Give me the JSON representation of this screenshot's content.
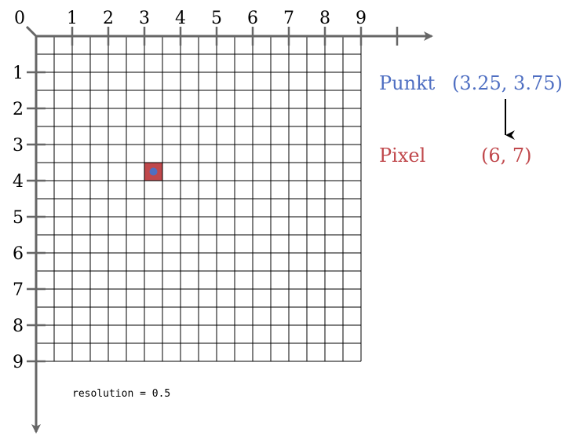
{
  "axes": {
    "origin_label": "0",
    "x_tick_labels": [
      "1",
      "2",
      "3",
      "4",
      "5",
      "6",
      "7",
      "8",
      "9"
    ],
    "y_tick_labels": [
      "1",
      "2",
      "3",
      "4",
      "5",
      "6",
      "7",
      "8",
      "9"
    ],
    "axis_color": "#666666"
  },
  "grid": {
    "resolution": 0.5,
    "extent": 9,
    "line_color": "#000000"
  },
  "point": {
    "label": "Punkt",
    "coords_text": "(3.25, 3.75)",
    "x": 3.25,
    "y": 3.75,
    "color": "#4f6fc2"
  },
  "pixel": {
    "label": "Pixel",
    "coords_text": "(6, 7)",
    "col": 6,
    "row": 7,
    "color": "#c0484c"
  },
  "caption": "resolution = 0.5"
}
